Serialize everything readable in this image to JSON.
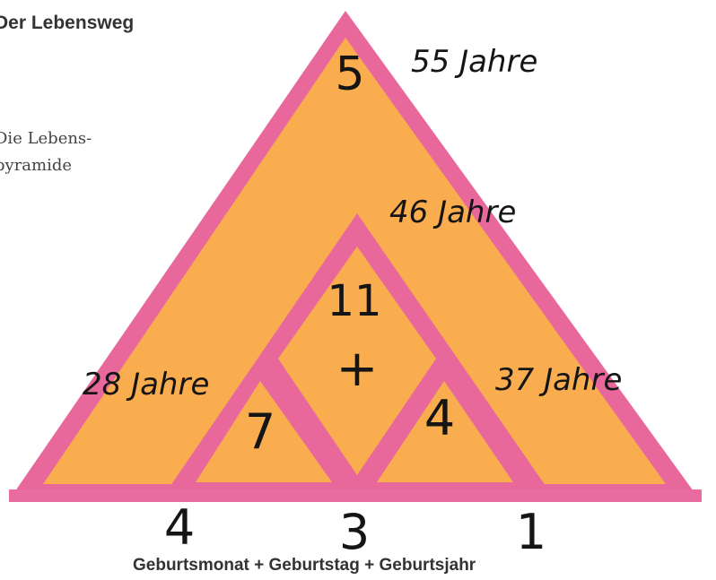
{
  "title": "Der Lebensweg",
  "subtitle": "Die Lebens-\npyramide",
  "ages": {
    "top": "55 Jahre",
    "upper_middle": "46 Jahre",
    "left": "28 Jahre",
    "right": "37 Jahre"
  },
  "numbers": {
    "top": "5",
    "center": "11",
    "plus": "+",
    "left_inner": "7",
    "right_inner": "4",
    "bottom_left": "4",
    "bottom_middle": "3",
    "bottom_right": "1"
  },
  "caption": "Geburtsmonat + Geburtstag + Geburtsjahr",
  "colors": {
    "fill": "#f9ad4f",
    "border": "#e8689b"
  }
}
